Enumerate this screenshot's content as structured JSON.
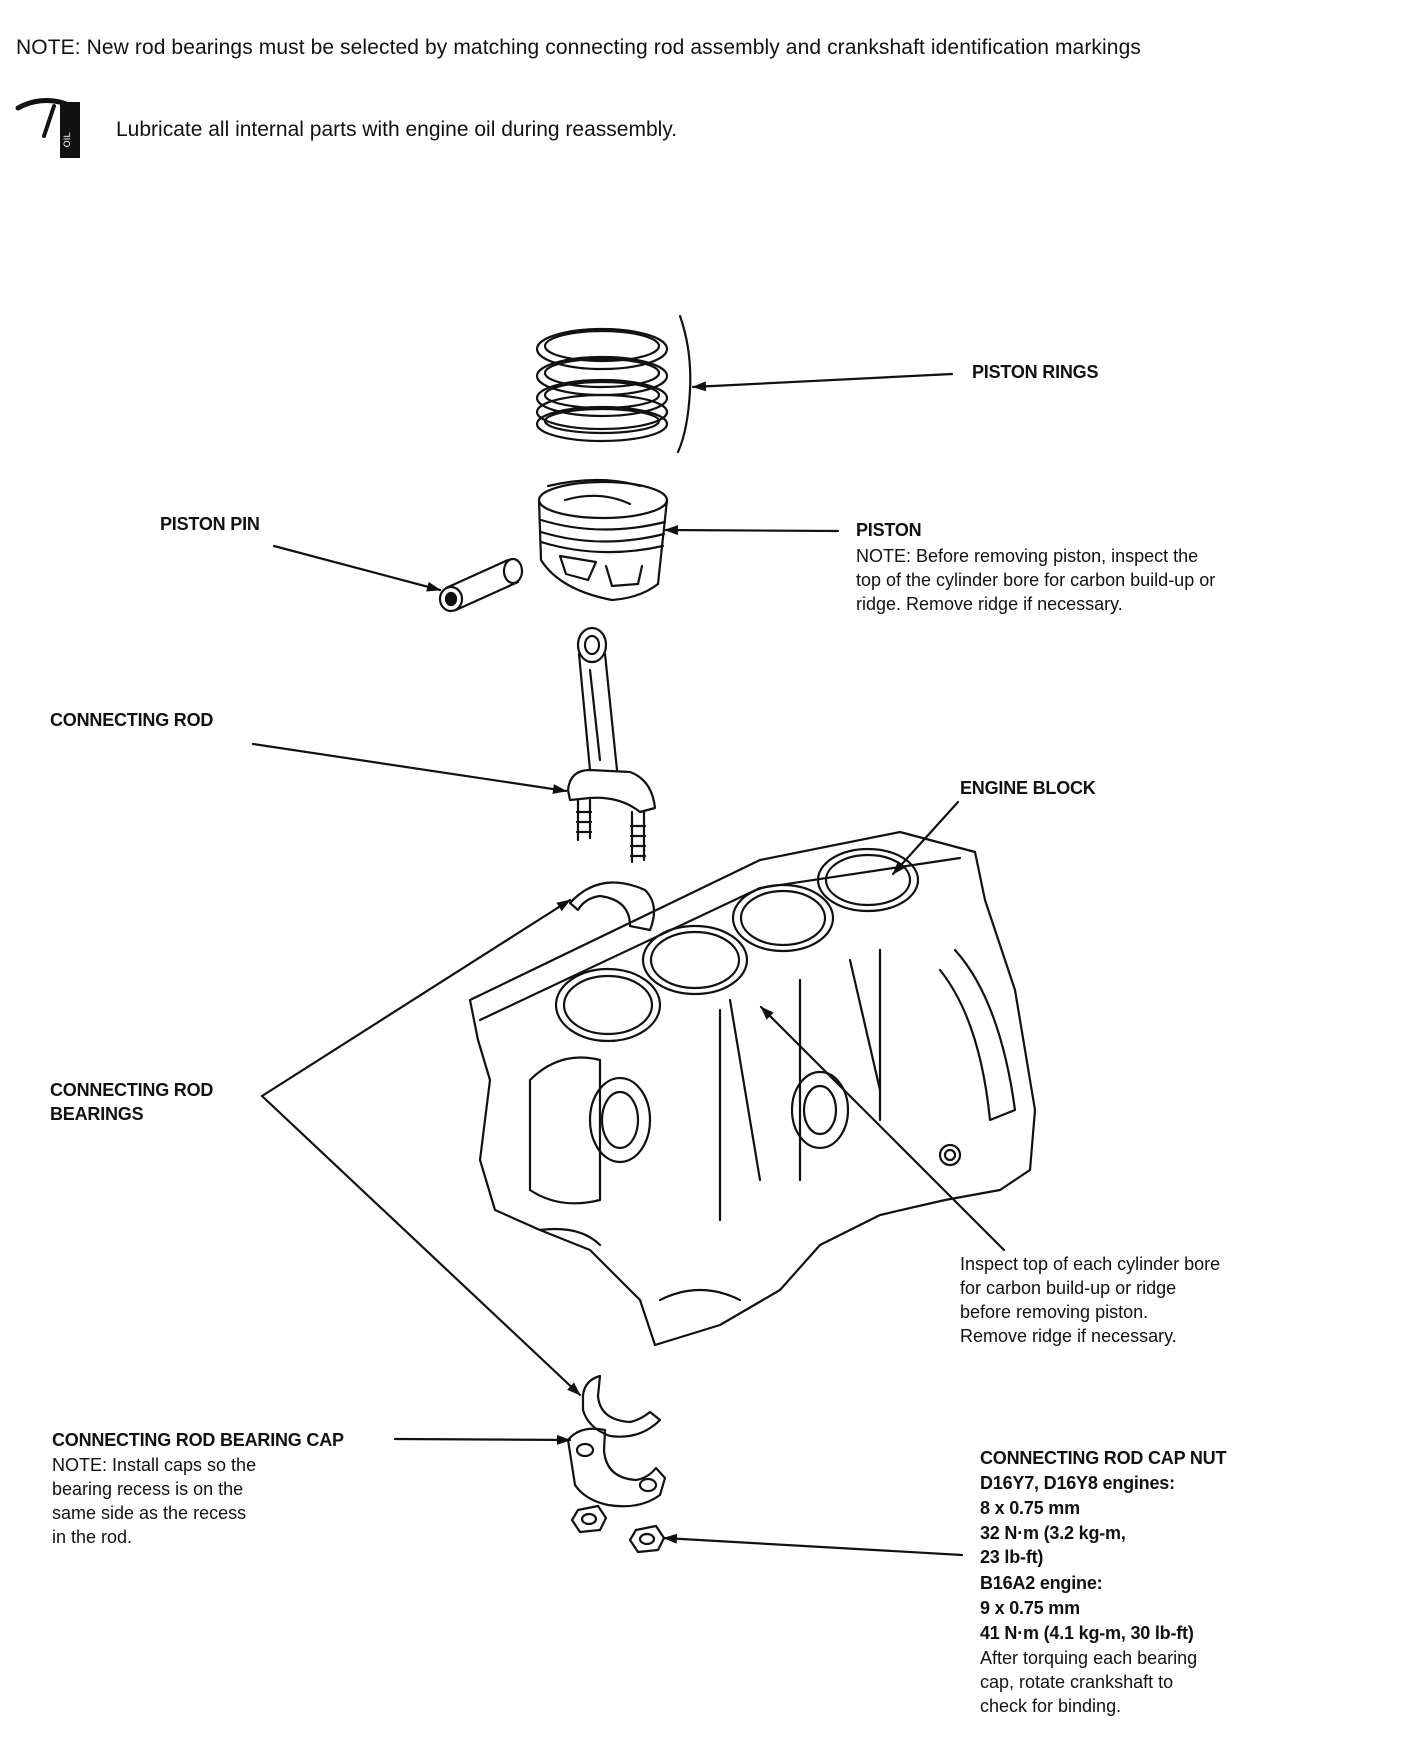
{
  "header": {
    "note": "NOTE: New rod bearings must be selected by matching connecting rod assembly and crankshaft identification markings",
    "oil_icon": "oil-can-icon",
    "oil_icon_text": "OIL",
    "lubricate": "Lubricate all internal parts with engine oil during reassembly."
  },
  "labels": {
    "piston_rings": "PISTON RINGS",
    "piston_pin": "PISTON PIN",
    "piston": "PISTON",
    "piston_note": "NOTE:  Before removing piston, inspect the\ntop of the cylinder bore for carbon build-up or\nridge. Remove ridge if necessary.",
    "connecting_rod": "CONNECTING ROD",
    "engine_block": "ENGINE BLOCK",
    "rod_bearings": "CONNECTING ROD\nBEARINGS",
    "inspect_note": "Inspect top of each cylinder bore\nfor carbon build-up or ridge\nbefore removing piston.\nRemove ridge if necessary.",
    "bearing_cap": "CONNECTING ROD BEARING CAP",
    "bearing_cap_note": "NOTE:  Install caps so the\nbearing recess is on the\nsame side as the recess\nin the rod.",
    "cap_nut": "CONNECTING ROD CAP NUT",
    "cap_nut_d16_engines": "D16Y7, D16Y8 engines:",
    "cap_nut_d16_size": "8 x 0.75 mm",
    "cap_nut_d16_torque": "32 N·m (3.2 kg-m,\n23 lb-ft)",
    "cap_nut_b16_engine": "B16A2 engine:",
    "cap_nut_b16_size": "9 x 0.75 mm",
    "cap_nut_b16_torque": "41 N·m (4.1 kg-m, 30 lb-ft)",
    "cap_nut_note": "After torquing each bearing\ncap, rotate crankshaft to\ncheck for binding."
  }
}
